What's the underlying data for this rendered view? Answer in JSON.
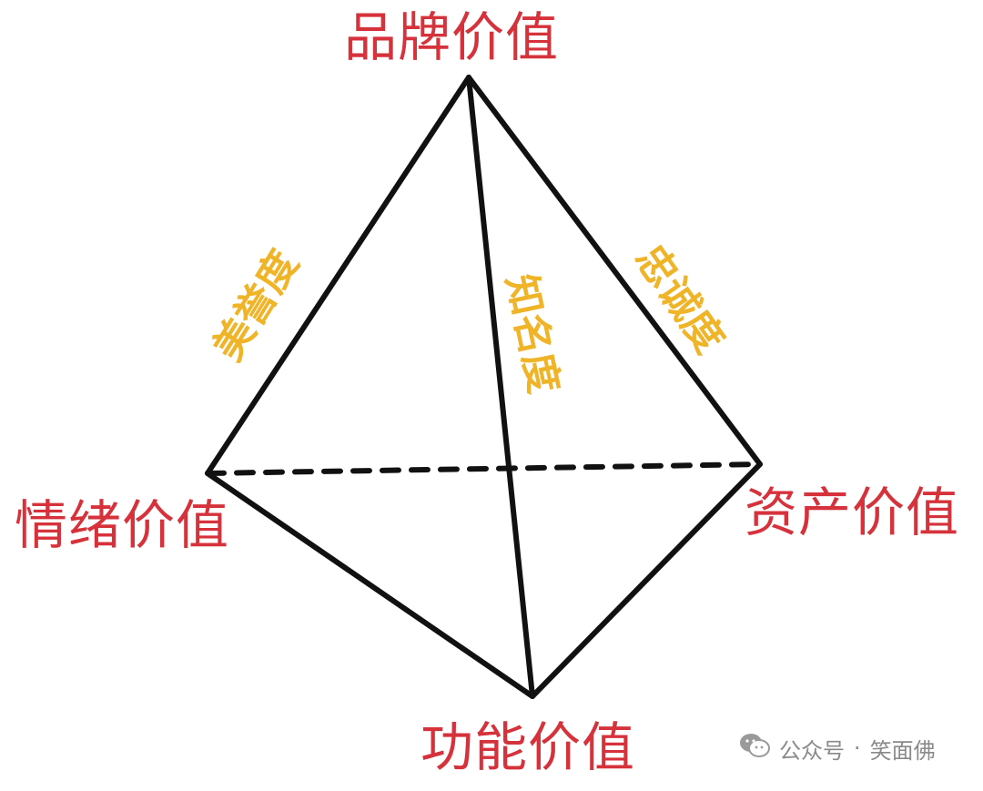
{
  "diagram": {
    "vertices": {
      "top": "品牌价值",
      "left": "情绪价值",
      "right": "资产价值",
      "bottom": "功能价值"
    },
    "edges": {
      "left_edge": "美誉度",
      "center_edge": "知名度",
      "right_edge": "忠诚度"
    }
  },
  "watermark": {
    "source": "公众号",
    "separator": "·",
    "author": "笑面佛"
  },
  "colors": {
    "vertex_label": "#d6323c",
    "edge_label": "#f0b429",
    "line": "#111111",
    "watermark": "#8a8a8a"
  },
  "icons": {
    "watermark_icon": "wechat-icon"
  }
}
